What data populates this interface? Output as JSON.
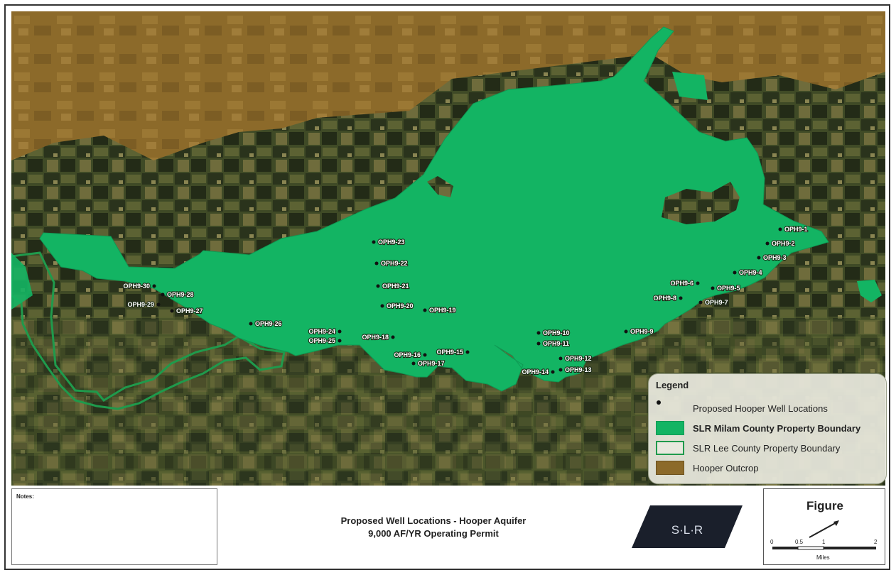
{
  "map": {
    "well_labels": [
      "OPH9-1",
      "OPH9-2",
      "OPH9-3",
      "OPH9-4",
      "OPH9-5",
      "OPH9-6",
      "OPH9-7",
      "OPH9-8",
      "OPH9-9",
      "OPH9-10",
      "OPH9-11",
      "OPH9-12",
      "OPH9-13",
      "OPH9-14",
      "OPH9-15",
      "OPH9-16",
      "OPH9-17",
      "OPH9-18",
      "OPH9-19",
      "OPH9-20",
      "OPH9-21",
      "OPH9-22",
      "OPH9-23",
      "OPH9-24",
      "OPH9-25",
      "OPH9-26",
      "OPH9-27",
      "OPH9-28",
      "OPH9-29",
      "OPH9-30"
    ],
    "colors": {
      "milam_fill": "#13b463",
      "lee_outline": "#1f9a4c",
      "outcrop": "#8c6a2a",
      "imagery_dark": "#26301a",
      "imagery_mid": "#4b5a2e",
      "imagery_light": "#7f7d4a"
    }
  },
  "legend": {
    "title": "Legend",
    "items": [
      {
        "label": "Proposed Hooper Well Locations",
        "icon": "well-dot"
      },
      {
        "label": "SLR Milam County Property Boundary",
        "icon": "green-fill-square"
      },
      {
        "label": "SLR Lee County Property Boundary",
        "icon": "green-outline-square"
      },
      {
        "label": "Hooper Outcrop",
        "icon": "tan-fill-square"
      }
    ]
  },
  "notes": {
    "label": "Notes:"
  },
  "title": {
    "line1": "Proposed Well Locations - Hooper Aquifer",
    "line2": "9,000 AF/YR Operating Permit"
  },
  "logo": {
    "text": "S·L·R"
  },
  "figure": {
    "label": "Figure",
    "scale_labels": [
      "0",
      "0.5",
      "1",
      "2"
    ],
    "unit": "Miles"
  }
}
